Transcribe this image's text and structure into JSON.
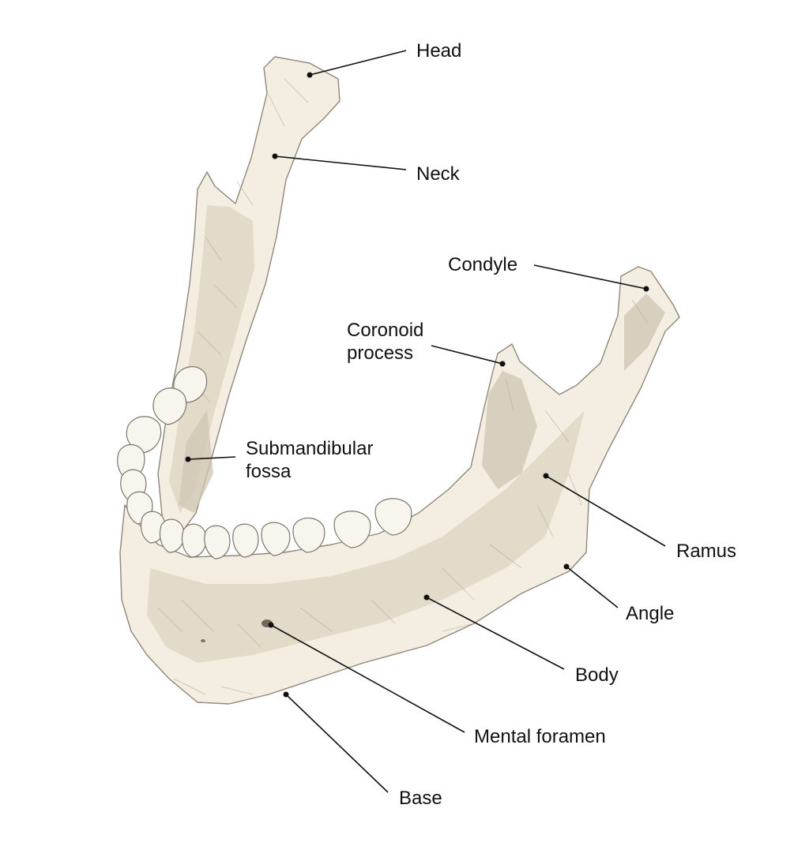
{
  "labels": {
    "head": "Head",
    "neck": "Neck",
    "condyle": "Condyle",
    "coronoid_1": "Coronoid",
    "coronoid_2": "process",
    "submandibular_1": "Submandibular",
    "submandibular_2": "fossa",
    "ramus": "Ramus",
    "angle": "Angle",
    "body": "Body",
    "mental_foramen": "Mental foramen",
    "base": "Base"
  },
  "colors": {
    "bone": "#f3eee1",
    "outline": "#8f877a",
    "ink": "#111111"
  }
}
